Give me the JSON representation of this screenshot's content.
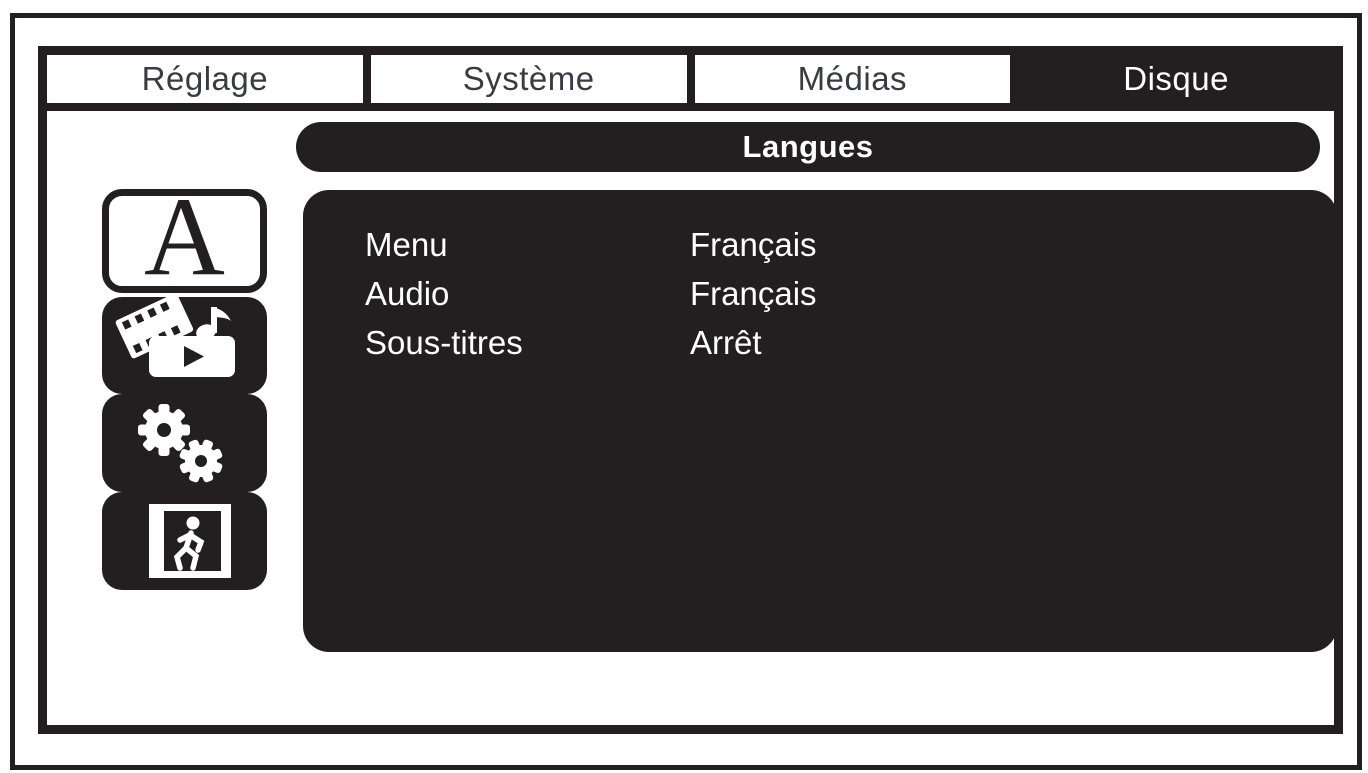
{
  "colors": {
    "ink": "#231f20",
    "tab_text": "#383b42",
    "text_on_dark": "#ffffff"
  },
  "tabs": [
    {
      "label": "Réglage",
      "active": false
    },
    {
      "label": "Système",
      "active": false
    },
    {
      "label": "Médias",
      "active": false
    },
    {
      "label": "Disque",
      "active": true
    }
  ],
  "section_title": "Langues",
  "sidebar": {
    "language_glyph": "A",
    "items": [
      {
        "name": "languages",
        "selected": true
      },
      {
        "name": "media",
        "selected": false
      },
      {
        "name": "general-settings",
        "selected": false
      },
      {
        "name": "exit",
        "selected": false
      }
    ]
  },
  "settings": [
    {
      "label": "Menu",
      "value": "Français"
    },
    {
      "label": "Audio",
      "value": "Français"
    },
    {
      "label": "Sous-titres",
      "value": "Arrêt"
    }
  ]
}
